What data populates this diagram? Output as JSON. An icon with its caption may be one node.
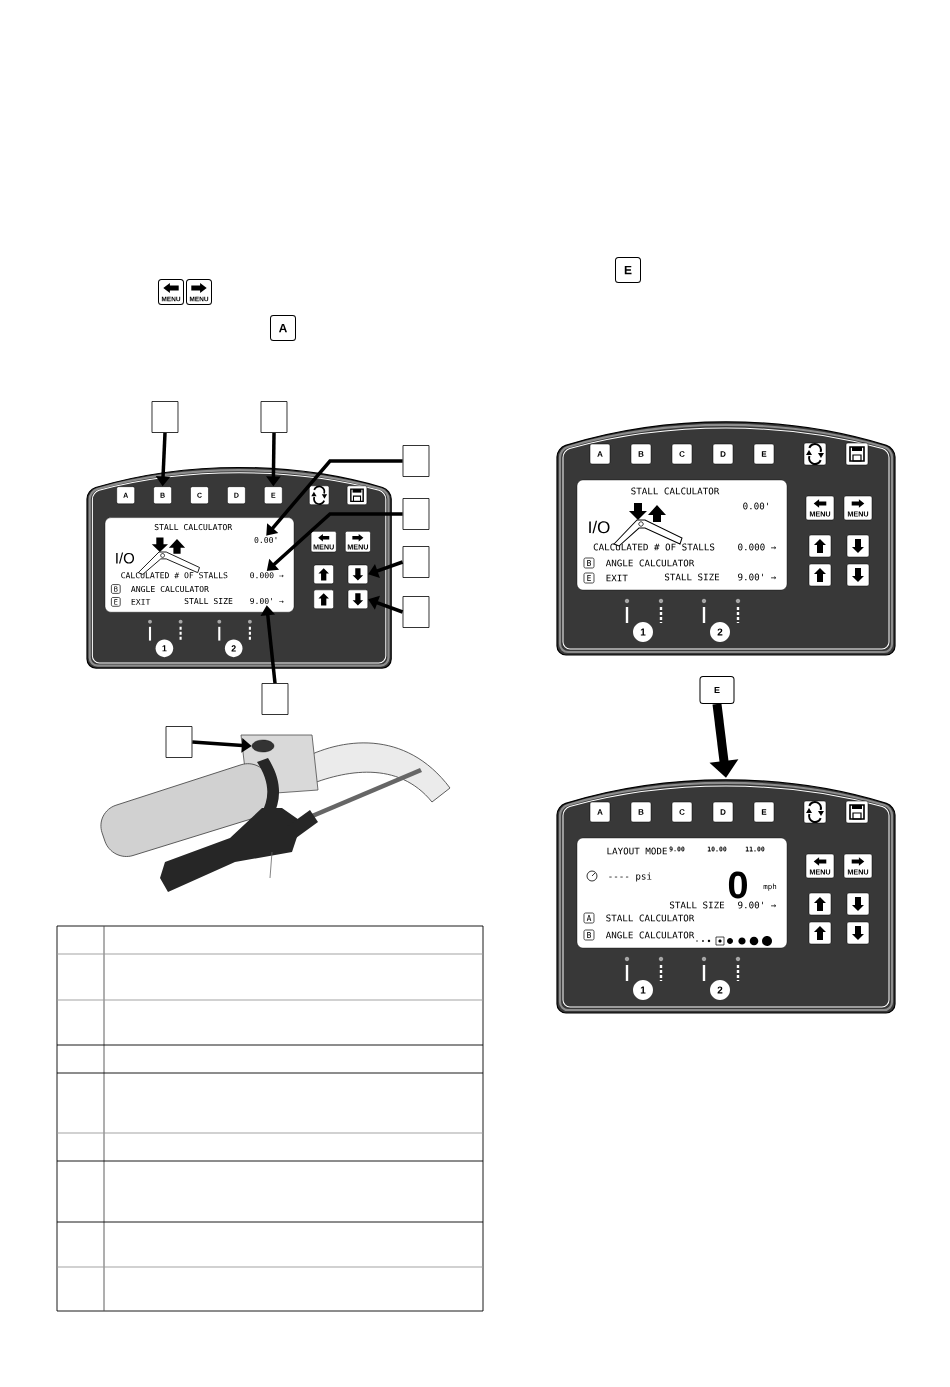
{
  "diagram": {
    "nodes": [
      {
        "text": [],
        "shape": "box"
      },
      {
        "text": [
          "A"
        ],
        "in": 0
      },
      {
        "text": [
          "B"
        ],
        "in": 0
      },
      {
        "text": [
          "C"
        ],
        "in": 0
      },
      {
        "text": [
          "D"
        ],
        "in": 0
      },
      {
        "text": [
          "E"
        ],
        "in": 0
      },
      {
        "text": [],
        "shape": "box",
        "in": 0
      },
      {
        "text": [],
        "shape": "box",
        "in": 0
      },
      {
        "text": [
          "STALL CALCULATOR",
          "I/O",
          "CALCULATED # OF STALLS",
          "ANGLE CALCULATOR",
          "EXIT",
          "STALL SIZE"
        ],
        "in": 0
      },
      {
        "text": [
          "0.00'"
        ],
        "in": 8
      },
      {
        "text": [
          "0.000 →"
        ],
        "in": 8
      },
      {
        "text": [
          "9.00' →"
        ],
        "in": 8
      },
      {
        "text": [
          "B"
        ],
        "in": 8
      },
      {
        "text": [
          "E"
        ],
        "in": 8
      },
      {
        "text": [
          "MENU"
        ],
        "in": 0
      },
      {
        "text": [
          "MENU"
        ],
        "in": 0
      },
      {
        "text": [],
        "shape": "box",
        "in": 0
      },
      {
        "text": [],
        "shape": "box",
        "in": 0
      },
      {
        "text": [],
        "shape": "box",
        "in": 0
      },
      {
        "text": [],
        "shape": "box",
        "in": 0
      },
      {
        "text": [
          "1"
        ],
        "in": 0
      },
      {
        "text": [
          "2"
        ],
        "in": 0
      },
      {
        "text": [],
        "shape": "box"
      },
      {
        "text": [
          "A"
        ],
        "in": 22
      },
      {
        "text": [
          "B"
        ],
        "in": 22
      },
      {
        "text": [
          "C"
        ],
        "in": 22
      },
      {
        "text": [
          "D"
        ],
        "in": 22
      },
      {
        "text": [
          "E"
        ],
        "in": 22
      },
      {
        "text": [],
        "shape": "box",
        "in": 22
      },
      {
        "text": [],
        "shape": "box",
        "in": 22
      },
      {
        "text": [
          "STALL CALCULATOR",
          "0.00'",
          "I/O",
          "CALCULATED # OF STALLS",
          "0.000 →",
          "ANGLE CALCULATOR",
          "EXIT",
          "STALL SIZE",
          "9.00' →"
        ],
        "in": 22
      },
      {
        "text": [
          "B"
        ],
        "in": 30
      },
      {
        "text": [
          "E"
        ],
        "in": 30
      },
      {
        "text": [
          "MENU"
        ],
        "in": 22
      },
      {
        "text": [
          "MENU"
        ],
        "in": 22
      },
      {
        "text": [],
        "shape": "box",
        "in": 22
      },
      {
        "text": [],
        "shape": "box",
        "in": 22
      },
      {
        "text": [],
        "shape": "box",
        "in": 22
      },
      {
        "text": [],
        "shape": "box",
        "in": 22
      },
      {
        "text": [
          "1"
        ],
        "in": 22
      },
      {
        "text": [
          "2"
        ],
        "in": 22
      },
      {
        "text": [],
        "shape": "box"
      },
      {
        "text": [
          "A"
        ],
        "in": 41
      },
      {
        "text": [
          "B"
        ],
        "in": 41
      },
      {
        "text": [
          "C"
        ],
        "in": 41
      },
      {
        "text": [
          "D"
        ],
        "in": 41
      },
      {
        "text": [
          "E"
        ],
        "in": 41
      },
      {
        "text": [],
        "shape": "box",
        "in": 41
      },
      {
        "text": [],
        "shape": "box",
        "in": 41
      },
      {
        "text": [
          "LAYOUT MODE",
          "9.00",
          "10.00",
          "11.00",
          "---- psi",
          "0",
          "mph",
          "STALL SIZE",
          "9.00' →",
          "STALL CALCULATOR",
          "ANGLE CALCULATOR"
        ],
        "in": 41
      },
      {
        "text": [
          "A"
        ],
        "in": 49
      },
      {
        "text": [
          "B"
        ],
        "in": 49
      },
      {
        "text": [
          "MENU"
        ],
        "in": 41
      },
      {
        "text": [
          "MENU"
        ],
        "in": 41
      },
      {
        "text": [],
        "shape": "box",
        "in": 41
      },
      {
        "text": [],
        "shape": "box",
        "in": 41
      },
      {
        "text": [],
        "shape": "box",
        "in": 41
      },
      {
        "text": [],
        "shape": "box",
        "in": 41
      },
      {
        "text": [
          "1"
        ],
        "in": 41
      },
      {
        "text": [
          "2"
        ],
        "in": 41
      },
      {
        "text": [],
        "shape": "box"
      },
      {
        "text": [],
        "shape": "box"
      },
      {
        "text": [],
        "shape": "box"
      },
      {
        "text": [],
        "shape": "box"
      },
      {
        "text": [],
        "shape": "box"
      },
      {
        "text": [],
        "shape": "box"
      },
      {
        "text": [],
        "shape": "box"
      },
      {
        "text": [],
        "shape": "box"
      },
      {
        "text": [],
        "shape": "picture"
      },
      {
        "text": [],
        "shape": "circle",
        "in": 68
      },
      {
        "text": [
          "MENU"
        ]
      },
      {
        "text": [
          "MENU"
        ]
      },
      {
        "text": [
          "A"
        ]
      },
      {
        "text": [
          "E"
        ]
      },
      {
        "text": [
          "E"
        ]
      }
    ],
    "edges": [
      {
        "from": 60,
        "to": 2,
        "arrow": "to"
      },
      {
        "from": 61,
        "to": 5,
        "arrow": "to"
      },
      {
        "from": 62,
        "to": 9,
        "arrow": "to"
      },
      {
        "from": 63,
        "to": 10,
        "arrow": "to"
      },
      {
        "from": 64,
        "to": 17,
        "arrow": "to"
      },
      {
        "from": 65,
        "to": 19,
        "arrow": "to"
      },
      {
        "from": 66,
        "to": 11,
        "arrow": "to"
      },
      {
        "from": 67,
        "to": 69,
        "arrow": "to"
      },
      {
        "from": 74,
        "to": 41,
        "arrow": "to",
        "style": "thick"
      }
    ]
  }
}
